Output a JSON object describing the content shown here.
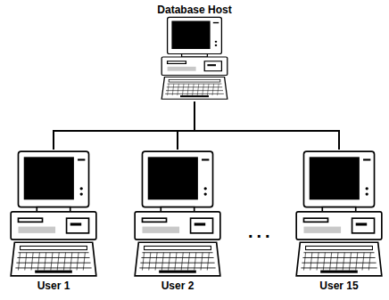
{
  "diagram": {
    "nodes": [
      {
        "text": [
          "Database Host"
        ]
      },
      {
        "text": [
          "User 1"
        ]
      },
      {
        "text": [
          "User 2"
        ]
      },
      {
        "text": [
          "User 15"
        ]
      }
    ],
    "edges": [
      {
        "from": 0,
        "to": 1,
        "arrow": "none"
      },
      {
        "from": 0,
        "to": 2,
        "arrow": "none"
      },
      {
        "from": 0,
        "to": 3,
        "arrow": "none"
      }
    ],
    "labels": [
      "..."
    ]
  }
}
